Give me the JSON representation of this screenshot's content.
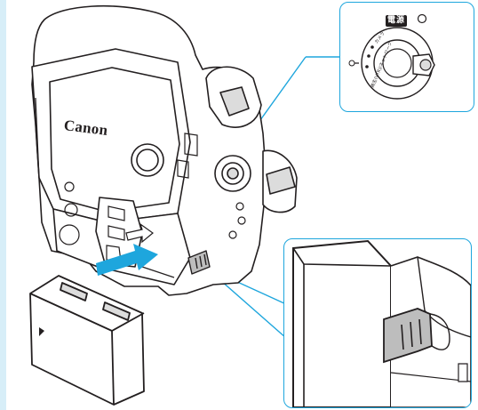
{
  "brand": "Canon",
  "power_dial": {
    "power_label": "電源",
    "camera_label": "カメラ",
    "playback_label": "再生(VTR)/ネットワーク"
  },
  "colors": {
    "accent": "#1ea6dd",
    "arrow_fill": "#1ea6dd",
    "outline": "#231f20",
    "body_fill": "#ffffff",
    "shade": "#bdbdbd"
  },
  "icons": [
    "insert-arrow-icon",
    "insert-direction-arrow-icon",
    "battery-triangle-icon"
  ]
}
